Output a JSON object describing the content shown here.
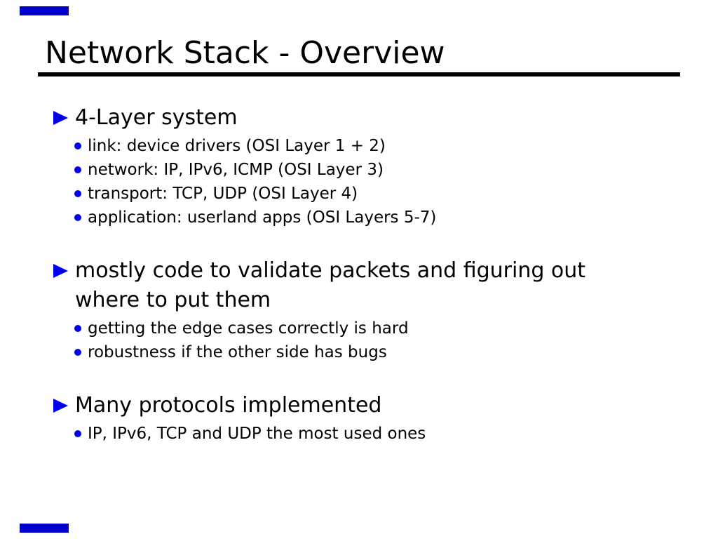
{
  "slide": {
    "title": "Network Stack - Overview",
    "accent_bar_color": "#0000CC",
    "bullet_color": "#0000EE",
    "underline_color": "#000000",
    "icons": {
      "main_bullet": "triangle-right-icon",
      "sub_bullet": "dot-icon"
    },
    "groups": [
      {
        "heading": "4-Layer system",
        "subitems": [
          "link: device drivers (OSI Layer 1 + 2)",
          "network: IP, IPv6, ICMP (OSI Layer 3)",
          "transport: TCP, UDP (OSI Layer 4)",
          "application: userland apps (OSI Layers 5-7)"
        ]
      },
      {
        "heading": "mostly code to validate packets and figuring out where to put them",
        "subitems": [
          "getting the edge cases correctly is hard",
          "robustness if the other side has bugs"
        ]
      },
      {
        "heading": "Many protocols implemented",
        "subitems": [
          "IP, IPv6, TCP and UDP the most used ones"
        ]
      }
    ]
  }
}
